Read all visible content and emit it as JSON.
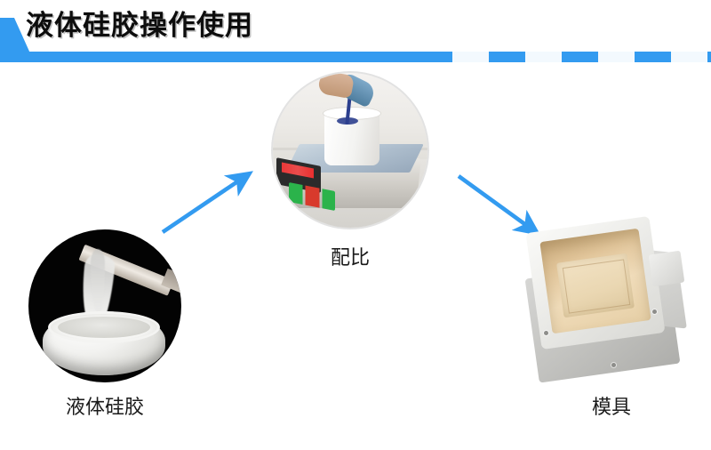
{
  "theme": {
    "accent": "#339bf0",
    "accent_light": "#f3f9fe",
    "title_color": "#0d0d0d",
    "caption_color": "#1a1a1a",
    "background": "#ffffff"
  },
  "header": {
    "title": "液体硅胶操作使用",
    "tab_shape": "angled-tab",
    "bar_style": "solid-then-dashed"
  },
  "steps": [
    {
      "id": "liquid-silicone",
      "caption": "液体硅胶",
      "photo_alt": "liquid-silicone-pouring-from-spatula-into-white-container",
      "shape": "circle"
    },
    {
      "id": "ratio",
      "caption": "配比",
      "photo_alt": "digital-scale-weighing-white-bucket-with-blue-liquid-poured-in",
      "shape": "circle"
    },
    {
      "id": "mold",
      "caption": "模具",
      "photo_alt": "square-mold-with-beige-cavity-on-metal-base-plate",
      "shape": "freeform"
    }
  ],
  "arrows": [
    {
      "id": "arrow-silicone-to-ratio",
      "direction": "up-right",
      "color": "#339bf0"
    },
    {
      "id": "arrow-ratio-to-mold",
      "direction": "down-right",
      "color": "#339bf0"
    }
  ]
}
